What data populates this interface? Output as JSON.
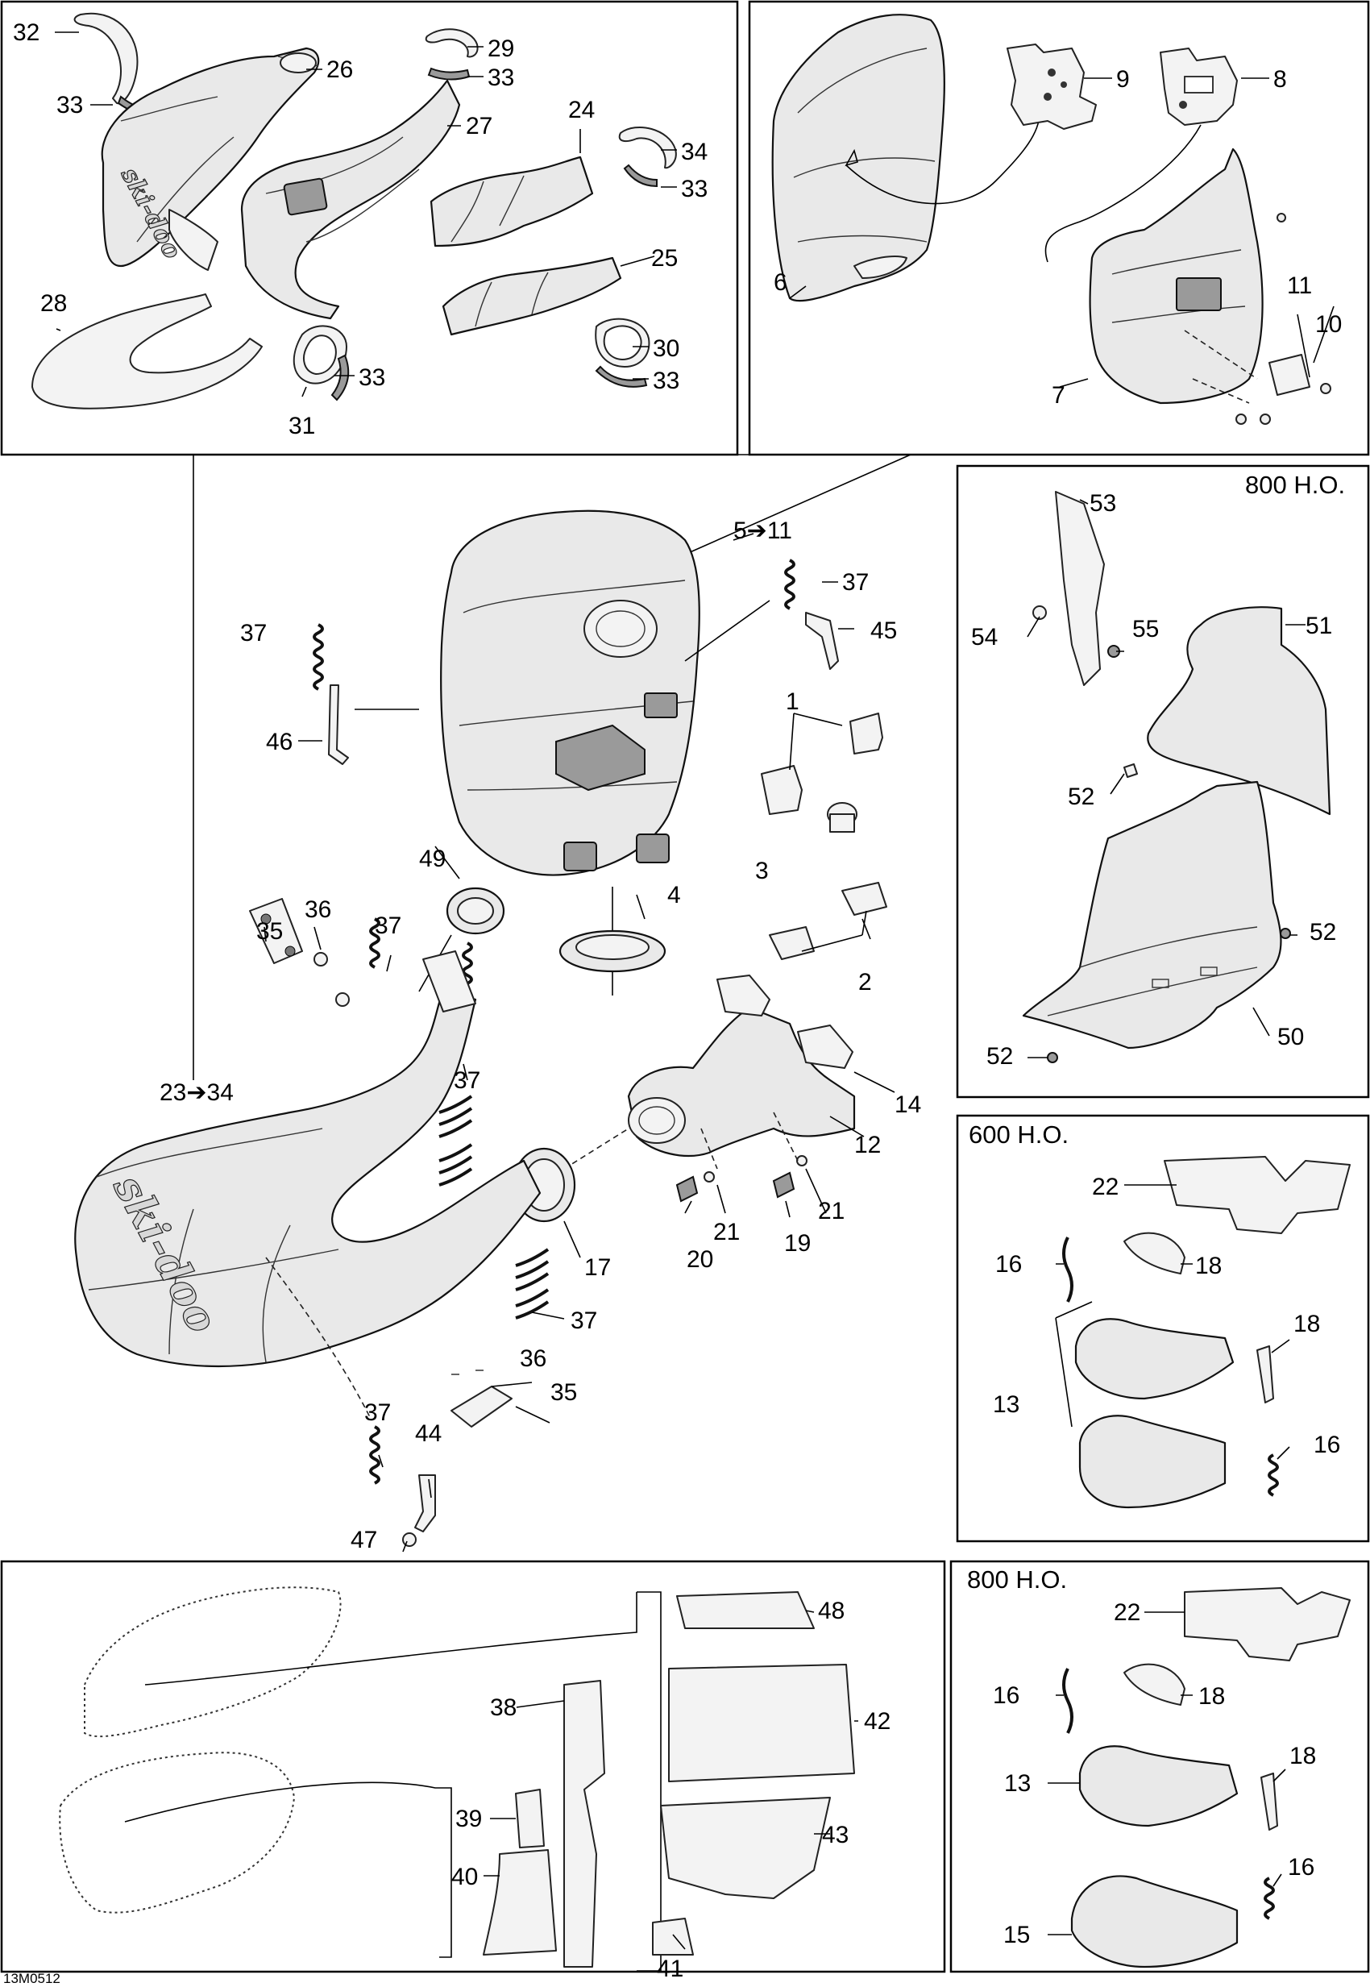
{
  "figure_id": "13M0512",
  "variants": {
    "top_right_inset": "800 H.O.",
    "middle_inset": "600 H.O.",
    "bottom_inset": "800 H.O."
  },
  "brand_logo": "ski-doo",
  "callouts": {
    "p32": "32",
    "p33a": "33",
    "p26": "26",
    "p29": "29",
    "p33b": "33",
    "p27": "27",
    "p24": "24",
    "p34": "34",
    "p33c": "33",
    "p25": "25",
    "p28": "28",
    "p33d": "33",
    "p30": "30",
    "p33e": "33",
    "p31": "31",
    "p9": "9",
    "p8": "8",
    "p6": "6",
    "p11": "11",
    "p10": "10",
    "p7": "7",
    "p5to11": "5➔11",
    "p37a": "37",
    "p45": "45",
    "p46": "46",
    "p1": "1",
    "p3": "3",
    "p49": "49",
    "p4": "4",
    "p36a": "36",
    "p35a": "35",
    "p37b": "37",
    "p2": "2",
    "p37c": "37",
    "p14": "14",
    "p23to34": "23➔34",
    "p12": "12",
    "p21a": "21",
    "p21b": "21",
    "p20": "20",
    "p19": "19",
    "p17": "17",
    "p37d": "37",
    "p36b": "36",
    "p35b": "35",
    "p37e": "37",
    "p44": "44",
    "p47": "47",
    "p53": "53",
    "p54": "54",
    "p55": "55",
    "p51": "51",
    "p52a": "52",
    "p52b": "52",
    "p52c": "52",
    "p50": "50",
    "p22a": "22",
    "p16a": "16",
    "p18a": "18",
    "p18b": "18",
    "p13a": "13",
    "p16b": "16",
    "p48": "48",
    "p42": "42",
    "p38": "38",
    "p39": "39",
    "p43": "43",
    "p40": "40",
    "p41": "41",
    "p22b": "22",
    "p16c": "16",
    "p18c": "18",
    "p13b": "13",
    "p18d": "18",
    "p16d": "16",
    "p15": "15"
  }
}
